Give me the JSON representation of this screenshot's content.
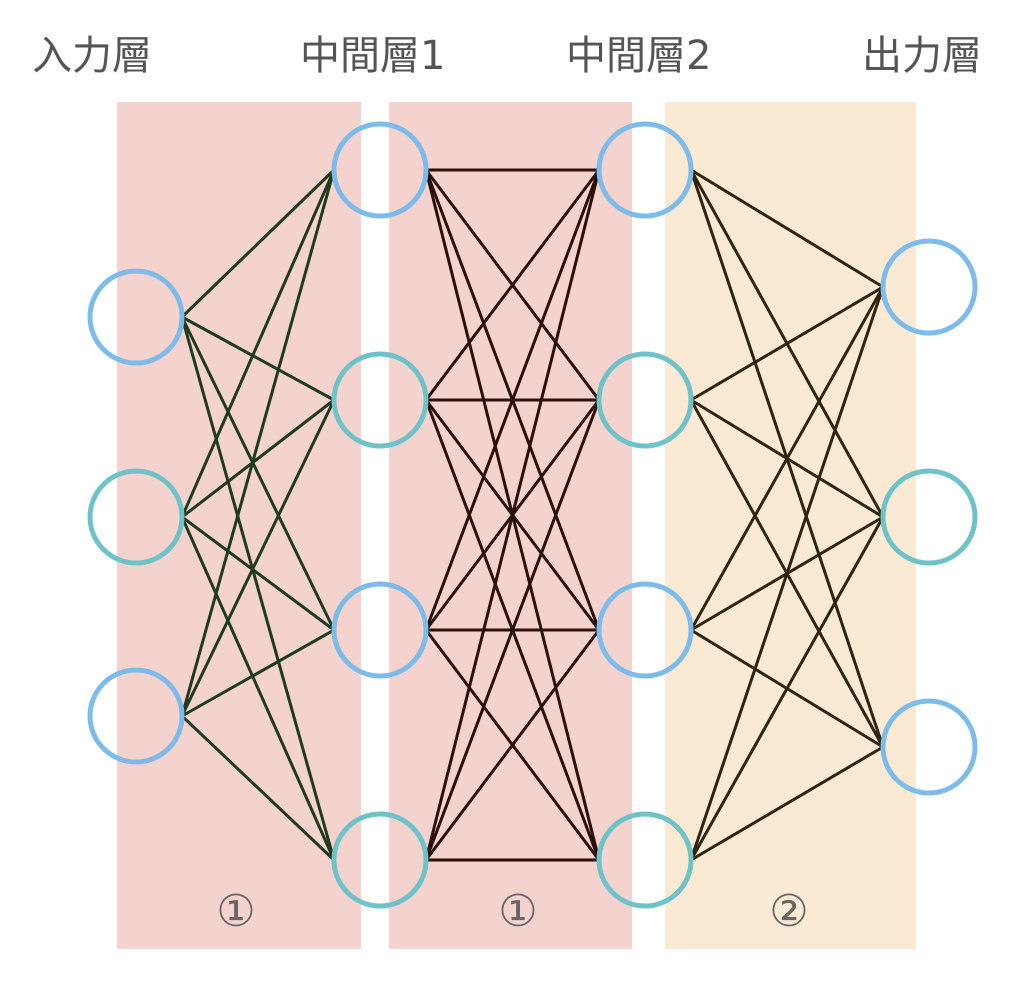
{
  "layer_labels": {
    "input": "入力層",
    "hidden1": "中間層1",
    "hidden2": "中間層2",
    "output": "出力層"
  },
  "regions": [
    {
      "label": "①",
      "color": "#f4d3cf"
    },
    {
      "label": "①",
      "color": "#f4d3cf"
    },
    {
      "label": "②",
      "color": "#faead3"
    }
  ],
  "layers": {
    "input": 3,
    "hidden1": 4,
    "hidden2": 4,
    "output": 3
  },
  "colors": {
    "node_stroke": "#7dbbea",
    "node_stroke_alt": "#6fc3c8",
    "edges_region1": "#1f3a1c",
    "edges_region2": "#2b0f0b",
    "edges_region3": "#2f2410"
  }
}
